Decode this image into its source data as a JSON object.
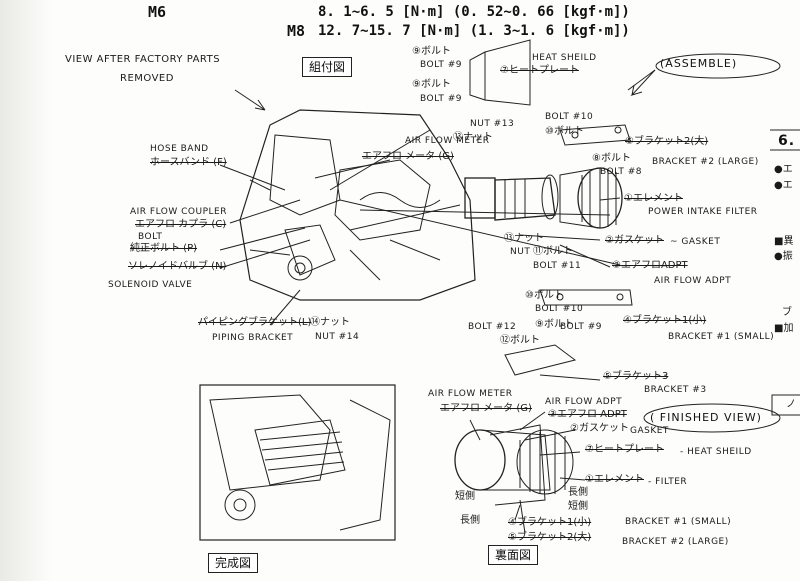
{
  "torque": {
    "row1_bolt": "M6",
    "row1_values": "8. 1~6. 5 [N·m] (0. 52~0. 66 [kgf·m])",
    "row2_bolt": "M8",
    "row2_values": "12. 7~15. 7 [N·m] (1. 3~1. 6 [kgf·m])"
  },
  "titles": {
    "assembly": "組付図",
    "complete": "完成図",
    "rear": "裏面図",
    "assemble_note": "(ASSEMBLE)",
    "finished_view": "( FINISHED VIEW)",
    "view_after_line1": "VIEW AFTER FACTORY PARTS",
    "view_after_line2": "REMOVED"
  },
  "left_callouts": [
    {
      "en": "HOSE BAND",
      "jp": "ホースバンド (F)"
    },
    {
      "en": "AIR FLOW COUPLER",
      "jp": "エアフロ カプラ (C)"
    },
    {
      "en": "BOLT",
      "jp": "純正ボルト (P)"
    },
    {
      "en": "",
      "jp": "ソレノイドバルブ (N)"
    },
    {
      "en": "SOLENOID VALVE",
      "jp": ""
    },
    {
      "en": "PIPING BRACKET",
      "jp": "パイピングブラケット(L)"
    }
  ],
  "parts": [
    {
      "num": "⑨",
      "jp": "ボルト",
      "en": "BOLT #9"
    },
    {
      "num": "⑨",
      "jp": "ボルト",
      "en": "BOLT #9"
    },
    {
      "num": "⑦",
      "jp": "ヒートプレート",
      "en": "HEAT SHEILD"
    },
    {
      "num": "⑩",
      "jp": "ボルト",
      "en": "BOLT #10"
    },
    {
      "num": "⑬",
      "jp": "ナット",
      "en": "NUT #13"
    },
    {
      "num": "⑧",
      "jp": "ボルト",
      "en": "BOLT #8"
    },
    {
      "num": "⑤",
      "jp": "ブラケット2(大)",
      "en": "BRACKET #2 (LARGE)"
    },
    {
      "num": "①",
      "jp": "エレメント",
      "en": "POWER INTAKE FILTER"
    },
    {
      "num": "②",
      "jp": "ガスケット",
      "en": "~ GASKET"
    },
    {
      "num": "③",
      "jp": "エアフロADPT",
      "en": "AIR FLOW ADPT"
    },
    {
      "num": "⑪",
      "jp": "ボルト",
      "en": "BOLT #11"
    },
    {
      "num": "⑬",
      "jp": "ナット",
      "en": "NUT"
    },
    {
      "num": "⑩",
      "jp": "ボルト",
      "en": "BOLT #10"
    },
    {
      "num": "⑫",
      "jp": "ボルト",
      "en": "BOLT #12"
    },
    {
      "num": "⑨",
      "jp": "ボルト",
      "en": "BOLT #9"
    },
    {
      "num": "④",
      "jp": "ブラケット1(小)",
      "en": "BRACKET #1 (SMALL)"
    },
    {
      "num": "⑤",
      "jp": "ブラケット3",
      "en": "BRACKET #3"
    },
    {
      "num": "⑭",
      "jp": "ナット",
      "en": "NUT #14"
    }
  ],
  "air_flow_meter": {
    "en": "AIR FLOW METER",
    "jp": "エアフロ メータ (G)"
  },
  "bottom_parts": [
    {
      "num": "③",
      "jp": "エアフロ ADPT",
      "en": "AIR FLOW ADPT"
    },
    {
      "num": "②",
      "jp": "ガスケット",
      "en": "GASKET"
    },
    {
      "num": "⑦",
      "jp": "ヒートプレート",
      "en": "- HEAT SHEILD"
    },
    {
      "num": "①",
      "jp": "エレメント",
      "en": "- FILTER"
    },
    {
      "num": "④",
      "jp": "ブラケット1(小)",
      "en": "BRACKET #1 (SMALL)"
    },
    {
      "num": "⑤",
      "jp": "ブラケット2(大)",
      "en": "BRACKET #2 (LARGE)"
    }
  ],
  "side_labels": {
    "short1": "短側",
    "long1": "長側",
    "long2": "長側",
    "short2": "短側"
  },
  "right_edge": {
    "section": "6.",
    "b1": "●エ",
    "b2": "●エ",
    "b3": "■異",
    "b4": "●振",
    "b5": "ブ",
    "b6": "■加",
    "b7": "ノ"
  }
}
